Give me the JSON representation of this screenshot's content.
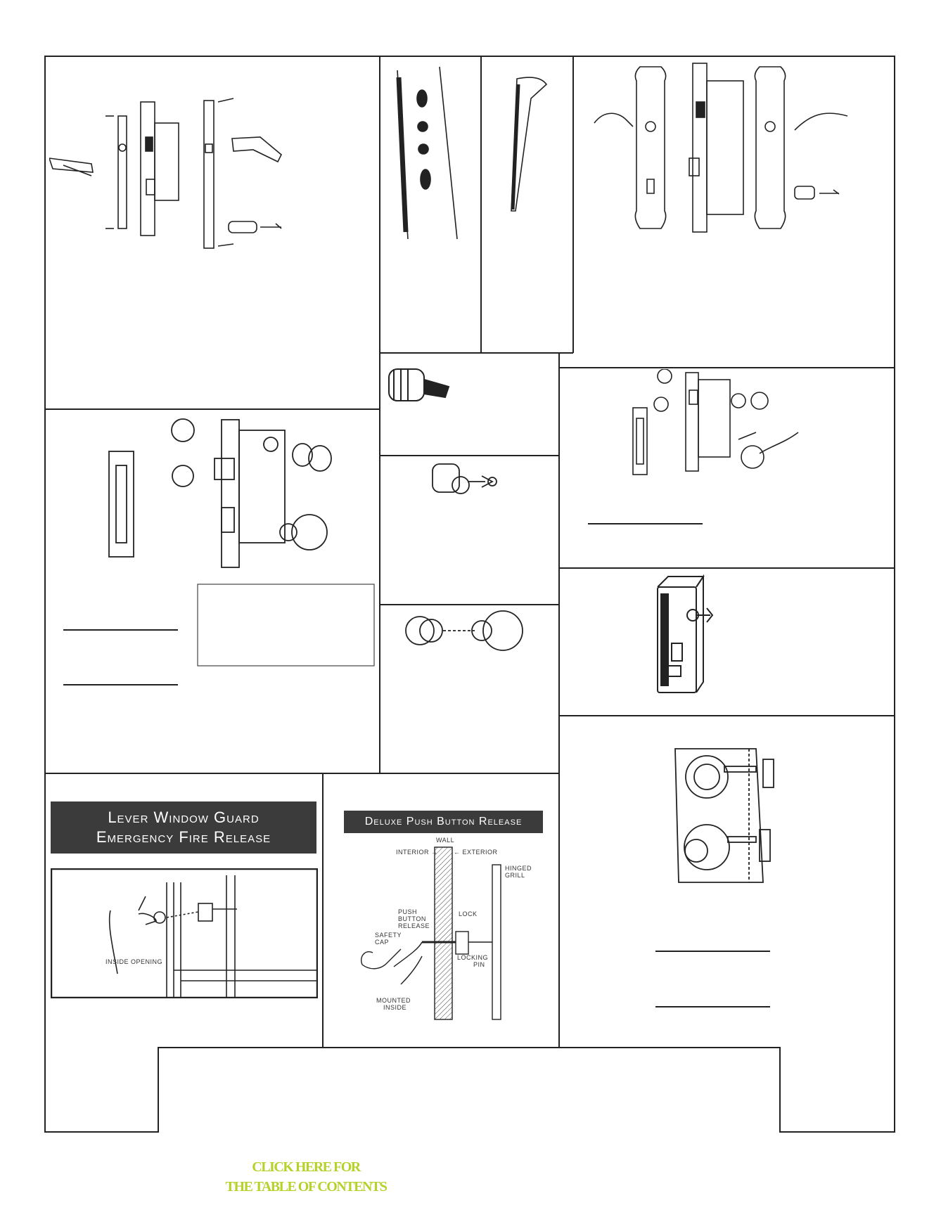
{
  "panels": {
    "lever_window_guard": {
      "banner_line1": "Lever Window Guard",
      "banner_line2": "Emergency Fire Release",
      "label_inside_opening": "INSIDE OPENING"
    },
    "push_button_release": {
      "banner": "Deluxe Push Button Release",
      "labels": {
        "wall": "WALL",
        "interior": "INTERIOR →",
        "exterior": "← EXTERIOR",
        "hinged_grill_1": "HINGED",
        "hinged_grill_2": "GRILL",
        "push_1": "PUSH",
        "push_2": "BUTTON",
        "push_3": "RELEASE",
        "lock": "LOCK",
        "safety_1": "SAFETY",
        "safety_2": "CAP",
        "locking_1": "LOCKING",
        "locking_2": "PIN",
        "mounted_1": "MOUNTED",
        "mounted_2": "INSIDE"
      }
    }
  },
  "toc_link": {
    "line1": "CLICK HERE FOR",
    "line2": "THE TABLE OF CONTENTS"
  },
  "colors": {
    "banner_bg": "#3b3b3b",
    "link": "#b6d12a",
    "line": "#222222"
  }
}
